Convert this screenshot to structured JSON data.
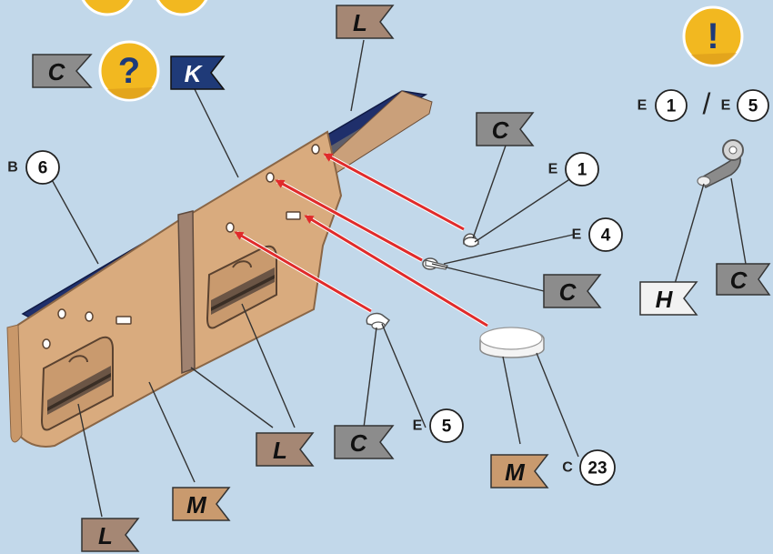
{
  "flags": {
    "c_top_left": "C",
    "k_top": "K",
    "l_top": "L",
    "c_right_upper": "C",
    "c_right_middle": "C",
    "h_right": "H",
    "c_far_right": "C",
    "l_bottom_center": "L",
    "c_bottom_center": "C",
    "m_bottom_left": "M",
    "l_bottom_left": "L",
    "m_bottom_right": "M"
  },
  "callouts": {
    "b6": {
      "letter": "B",
      "number": "6"
    },
    "e1": {
      "letter": "E",
      "number": "1"
    },
    "e4": {
      "letter": "E",
      "number": "4"
    },
    "e5": {
      "letter": "E",
      "number": "5"
    },
    "c23": {
      "letter": "C",
      "number": "23"
    },
    "legend_e1": {
      "letter": "E",
      "number": "1"
    },
    "legend_e5": {
      "letter": "E",
      "number": "5"
    },
    "legend_separator": "/"
  },
  "icons": {
    "help": "?",
    "warning": "!"
  },
  "colors": {
    "background": "#c2d8ea",
    "panel_tan": "#d9ab7e",
    "panel_blue_trim": "#1f2f6b",
    "arrow_red": "#e02b2b",
    "flag_grey": "#8c8c8c",
    "flag_brown": "#a58774",
    "flag_tan": "#c99a6e",
    "flag_navy": "#1f3a78",
    "flag_white": "#f2f2f2",
    "badge_yellow": "#f2b820"
  }
}
